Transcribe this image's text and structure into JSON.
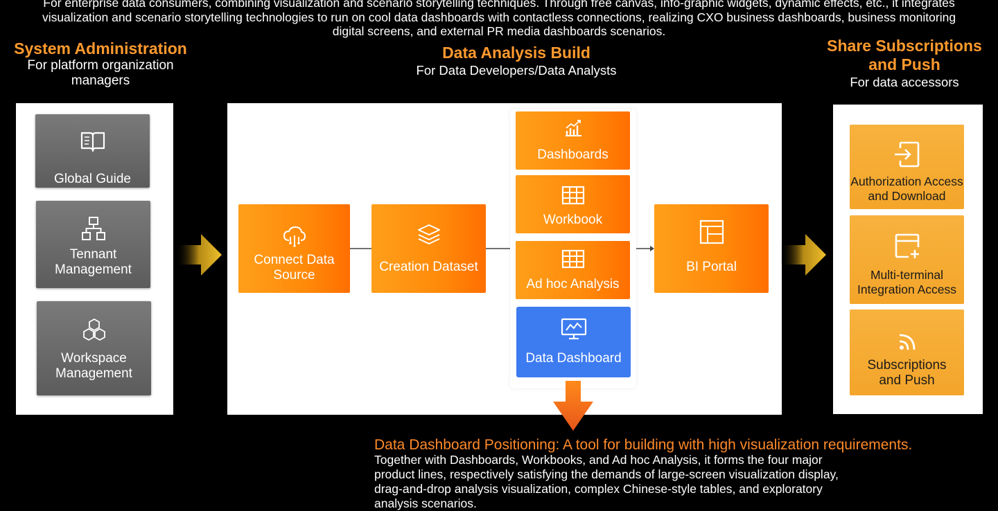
{
  "intro": {
    "line1": "For enterprise data consumers, combining visualization and scenario storytelling techniques. Through free canvas, info-graphic widgets, dynamic effects, etc., it integrates",
    "line2": "visualization and scenario storytelling technologies to run on cool data dashboards with contactless connections, realizing CXO business dashboards, business monitoring",
    "line3": "digital screens, and external PR media dashboards scenarios."
  },
  "system_admin": {
    "title": "System Administration",
    "subtitle_line1": "For platform organization",
    "subtitle_line2": "managers",
    "cards": [
      {
        "line1": "Global Guide",
        "icon": "book-icon"
      },
      {
        "line1": "Tennant",
        "line2": "Management",
        "icon": "org-chart-icon"
      },
      {
        "line1": "Workspace",
        "line2": "Management",
        "icon": "cubes-icon"
      }
    ]
  },
  "data_analysis": {
    "title": "Data Analysis Build",
    "subtitle": "For Data Developers/Data Analysts",
    "connect": {
      "line1": "Connect Data",
      "line2": "Source",
      "icon": "cloud-icon"
    },
    "dataset": {
      "line1": "Creation Dataset",
      "icon": "layers-icon"
    },
    "products": [
      {
        "label": "Dashboards",
        "icon": "bar-chart-icon"
      },
      {
        "label": "Workbook",
        "icon": "grid-icon"
      },
      {
        "label": "Ad hoc Analysis",
        "icon": "grid-icon"
      }
    ],
    "data_dashboard": {
      "label": "Data Dashboard",
      "icon": "monitor-icon"
    },
    "portal": {
      "label": "BI Portal",
      "icon": "layout-icon"
    }
  },
  "share": {
    "title_line1": "Share Subscriptions",
    "title_line2": "and Push",
    "subtitle": "For data accessors",
    "cards": [
      {
        "line1": "Authorization Access",
        "line2": "and Download",
        "icon": "login-icon"
      },
      {
        "line1": "Multi-terminal",
        "line2": "Integration Access",
        "icon": "window-add-icon"
      },
      {
        "line1": "Subscriptions",
        "line2": "and Push",
        "icon": "rss-icon"
      }
    ]
  },
  "note": {
    "title": "Data Dashboard Positioning: A tool for building with high visualization requirements.",
    "line1": "Together with Dashboards, Workbooks, and Ad hoc Analysis, it forms the four major",
    "line2": "product lines, respectively satisfying the demands of large-screen visualization display,",
    "line3": "drag-and-drop analysis visualization, complex Chinese-style tables, and exploratory",
    "line4": "analysis scenarios."
  },
  "colors": {
    "accent_orange": "#ff9a2e",
    "card_orange": "#ff8a0a",
    "blue": "#3d7bf0",
    "yellow": "#f4a52a"
  }
}
